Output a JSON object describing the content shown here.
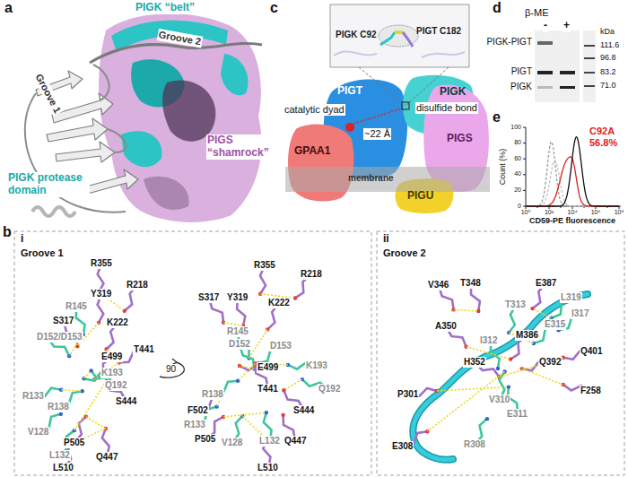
{
  "diagram": {
    "nodes": [
      {
        "text": [
          "PIGK C92",
          "PIGT C182"
        ]
      },
      {
        "text": [
          "PIGT"
        ]
      },
      {
        "text": [
          "PIGK"
        ]
      },
      {
        "text": [
          "PIGS"
        ]
      },
      {
        "text": [
          "GPAA1"
        ]
      },
      {
        "text": [
          "PIGU"
        ]
      },
      {
        "text": [
          "membrane"
        ]
      }
    ],
    "labels": [
      "a",
      "b",
      "c",
      "d",
      "e",
      "PIGK “belt”",
      "Groove 2",
      "Groove 1",
      "PIGK protease domain",
      "PIGS “shamrock”",
      "catalytic dyad",
      "disulfide bond",
      "~22 Å",
      "β-ME",
      "-",
      "+",
      "PIGK-PIGT",
      "PIGT",
      "PIGK",
      "kDa",
      "111.6",
      "96.8",
      "83.2",
      "71.0",
      "C92A",
      "56.8%",
      "Count (%)",
      "CD59-PE fluorescence",
      "0",
      "20",
      "40",
      "60",
      "80",
      "100",
      "10⁰",
      "10²",
      "10⁴",
      "10⁶",
      "10⁸",
      "Groove 1",
      "i",
      "90",
      "ii",
      "Groove 2",
      "R355",
      "R218",
      "Y319",
      "R145",
      "S317",
      "K222",
      "D152/D153",
      "T441",
      "E499",
      "K193",
      "Q192",
      "R133",
      "R138",
      "S444",
      "V128",
      "P505",
      "L132",
      "Q447",
      "L510",
      "R355",
      "R218",
      "S317",
      "Y319",
      "K222",
      "R145",
      "D152",
      "D153",
      "E499",
      "K193",
      "T441",
      "R138",
      "Q192",
      "F502",
      "S444",
      "R133",
      "P505",
      "V128",
      "L132",
      "Q447",
      "L510",
      "L319",
      "E387",
      "V346",
      "T348",
      "T313",
      "I317",
      "E315",
      "A350",
      "I312",
      "M386",
      "Q401",
      "H352",
      "Q392",
      "F258",
      "P301",
      "V310",
      "E311",
      "E308",
      "R308"
    ]
  }
}
